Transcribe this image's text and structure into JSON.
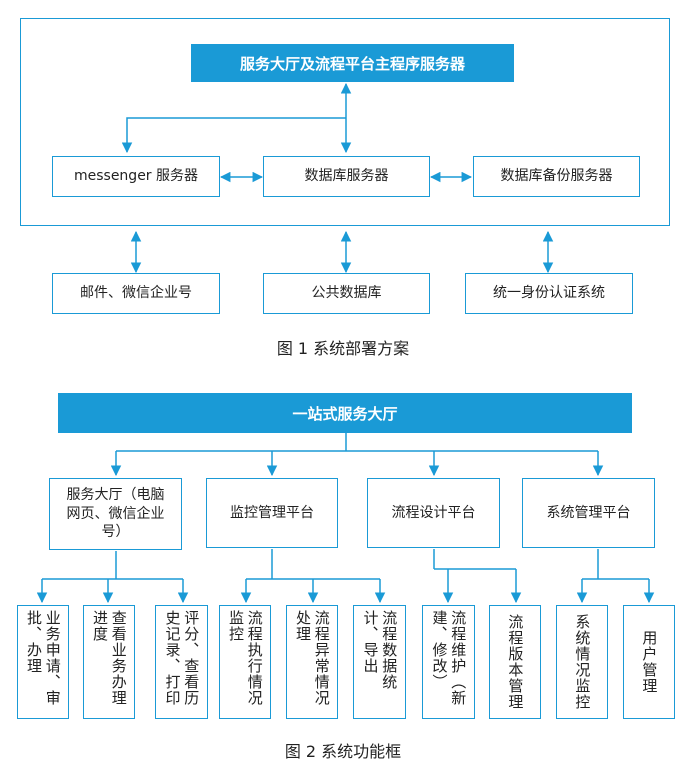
{
  "figure1": {
    "main_server": "服务大厅及流程平台主程序服务器",
    "messenger_server": "messenger 服务器",
    "db_server": "数据库服务器",
    "db_backup_server": "数据库备份服务器",
    "mail_wechat": "邮件、微信企业号",
    "public_db": "公共数据库",
    "unified_auth": "统一身份认证系统",
    "caption": "图 1  系统部署方案"
  },
  "figure2": {
    "top": "一站式服务大厅",
    "level2": [
      "服务大厅（电脑网页、微信企业号）",
      "监控管理平台",
      "流程设计平台",
      "系统管理平台"
    ],
    "leaves": [
      "业务申请、审批、办理",
      "查看业务办理进度",
      "评分、查看历史记录、打印",
      "流程执行情况监控",
      "流程异常情况处理",
      "流程数据统计、导出",
      "流程维护（新建、修改）",
      "流程版本管理",
      "系统情况监控",
      "用户管理"
    ],
    "caption": "图 2  系统功能框"
  },
  "colors": {
    "accent": "#1a9ad6",
    "text": "#222222"
  }
}
